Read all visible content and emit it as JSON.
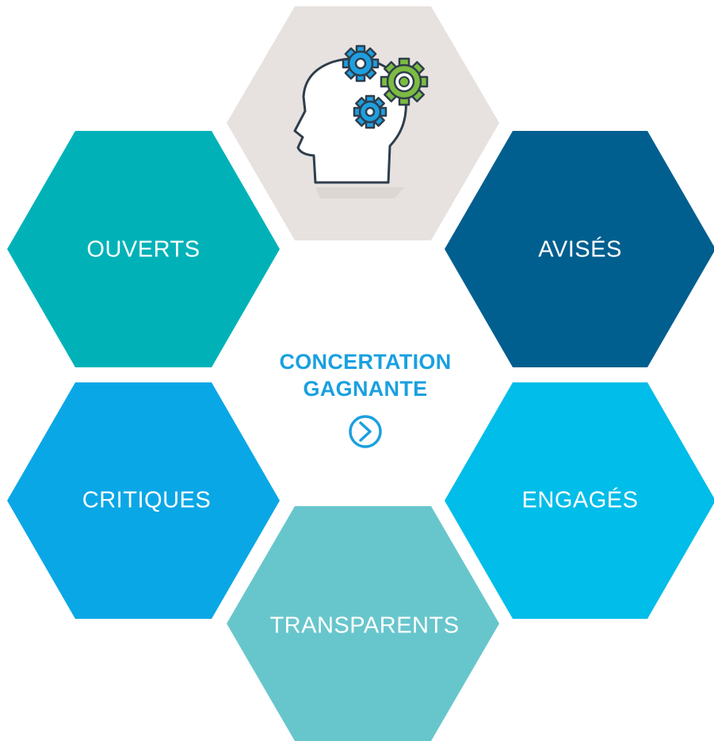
{
  "colors": {
    "background": "#ffffff",
    "hex_top": "#e7e2df",
    "hex_ouverts": "#00b2b8",
    "hex_avises": "#005f8f",
    "hex_critiques": "#0aa7e6",
    "hex_engages": "#00bde9",
    "hex_transparents": "#67c6cc",
    "center_text": "#1aa0e0",
    "gear_blue": "#1e9fe0",
    "gear_green": "#7dbb42",
    "gear_outline": "#2f3e4c",
    "head_fill": "#ffffff"
  },
  "hexagons": {
    "ouverts": {
      "label": "OUVERTS"
    },
    "avises": {
      "label": "AVISÉS"
    },
    "critiques": {
      "label": "CRITIQUES"
    },
    "engages": {
      "label": "ENGAGÉS"
    },
    "transparents": {
      "label": "TRANSPARENTS"
    }
  },
  "center": {
    "line1": "CONCERTATION",
    "line2": "GAGNANTE",
    "arrow_icon": "chevron-right-circle-icon"
  },
  "top_icon": "head-with-gears-icon"
}
